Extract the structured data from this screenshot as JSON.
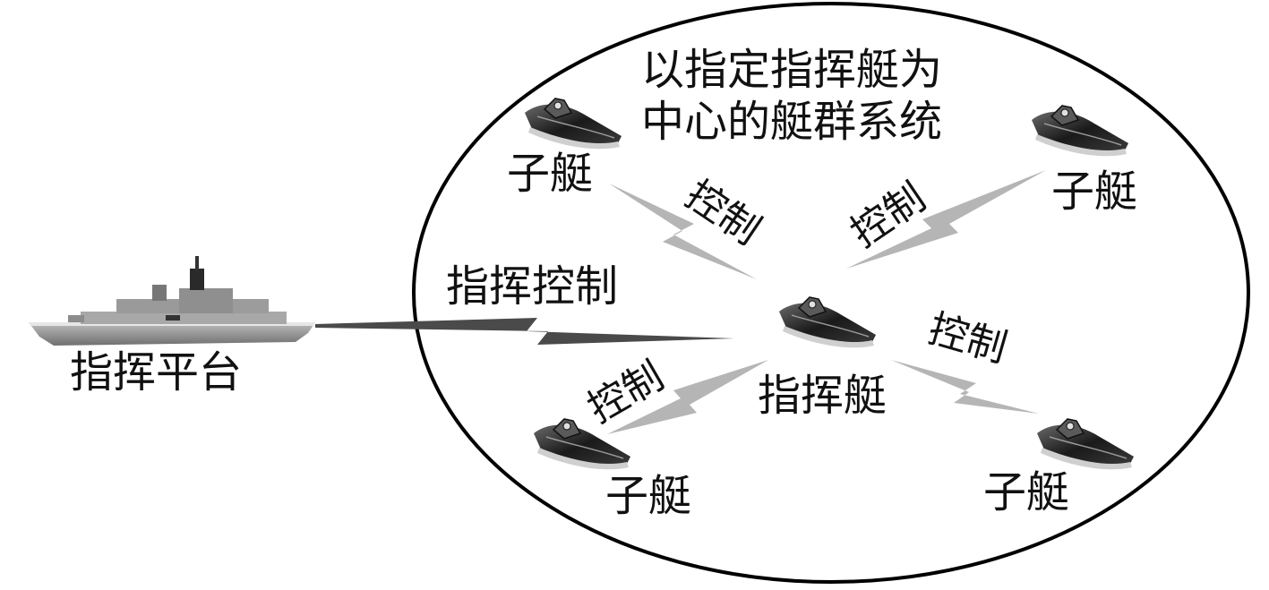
{
  "title_line1": "以指定指挥艇为",
  "title_line2": "中心的艇群系统",
  "platform_label": "指挥平台",
  "command_link_label": "指挥控制",
  "command_boat_label": "指挥艇",
  "sub_boat_label": "子艇",
  "control_label": "控制",
  "colors": {
    "ellipse_stroke": "#000000",
    "command_link": "#4a4a4a",
    "control_links": "#b5b5b5",
    "boat_dark": "#1e1e1e",
    "ship_hull": "#8a8a8a"
  },
  "icons": [
    "warship-icon",
    "command-boat-icon",
    "sub-boat-icon",
    "lightning-link-icon"
  ]
}
